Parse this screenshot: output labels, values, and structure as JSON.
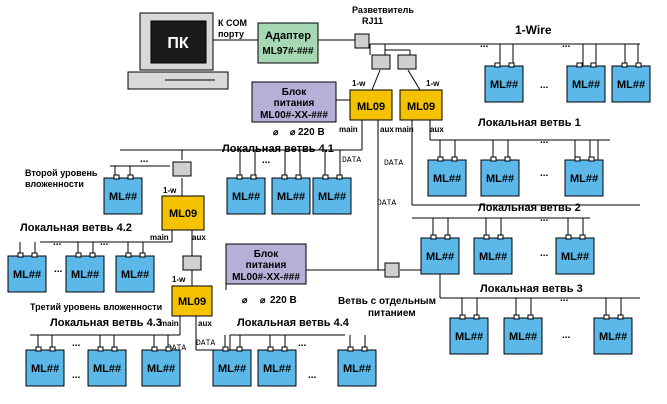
{
  "pc": {
    "label": "ПК",
    "port_label_1": "К COM",
    "port_label_2": "порту"
  },
  "adapter": {
    "line1": "Адаптер",
    "line2": "ML97#-###"
  },
  "splitter_title": {
    "line1": "Разветвитель",
    "line2": "RJ11"
  },
  "onewire_title": "1-Wire",
  "power1": {
    "line1": "Блок",
    "line2": "питания",
    "line3": "ML00#-XX-###",
    "voltage": "220 В"
  },
  "power2": {
    "line1": "Блок",
    "line2": "питания",
    "line3": "ML00#-XX-###",
    "voltage": "220 В"
  },
  "ml09_label": "ML09",
  "mlxx_label": "ML##",
  "ports": {
    "onew": "1-w",
    "main": "main",
    "aux": "aux"
  },
  "data_label": "DATA",
  "ellipsis": "...",
  "branches": {
    "b1": "Локальная ветвь 1",
    "b2": "Локальная ветвь 2",
    "b3": "Локальная ветвь 3",
    "b41": "Локальная ветвь 4.1",
    "b42": "Локальная ветвь 4.2",
    "b43": "Локальная ветвь 4.3",
    "b44": "Локальная ветвь 4.4"
  },
  "levels": {
    "second_1": "Второй уровень",
    "second_2": "вложенности",
    "third": "Третий уровень вложенности"
  },
  "separate_power": {
    "line1": "Ветвь с отдельным",
    "line2": "питанием"
  },
  "colors": {
    "ml_box": "#5bb8e8",
    "ml09": "#f5c200",
    "adapter": "#a6d8b4",
    "power": "#b6b0d8",
    "pc_body": "#d9d9d9",
    "screen": "#1a1a1a",
    "splitter": "#cfcfcf"
  }
}
